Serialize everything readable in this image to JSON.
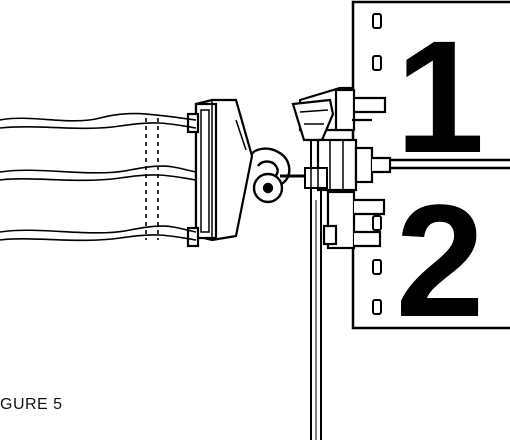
{
  "caption": "GURE 5",
  "panels": [
    {
      "number": "1"
    },
    {
      "number": "2"
    }
  ],
  "colors": {
    "line": "#000000",
    "background": "#ffffff"
  }
}
